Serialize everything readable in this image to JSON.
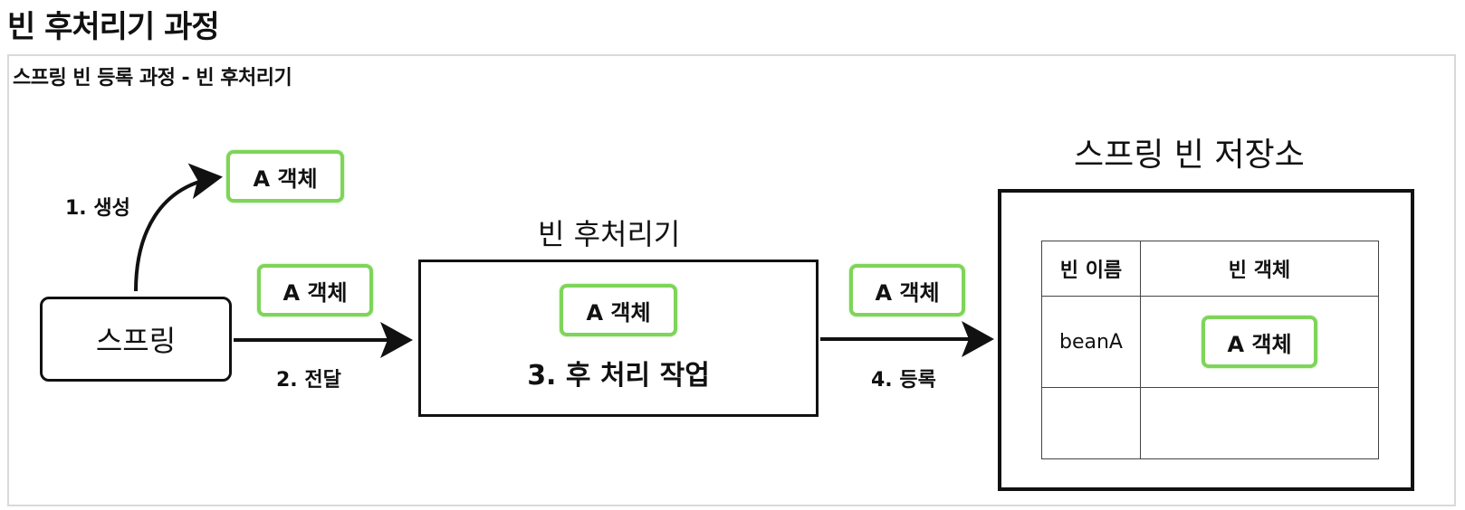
{
  "page_title": "빈 후처리기 과정",
  "frame_title": "스프링 빈 등록 과정 - 빈 후처리기",
  "spring_box": {
    "label": "스프링"
  },
  "object_label": "A 객체",
  "step1": "1. 생성",
  "step2": "2. 전달",
  "step4": "4. 등록",
  "processor": {
    "title": "빈 후처리기",
    "step3": "3. 후 처리 작업"
  },
  "store": {
    "title": "스프링 빈 저장소",
    "headers": [
      "빈 이름",
      "빈 객체"
    ],
    "rows": [
      {
        "name": "beanA",
        "object": "A 객체"
      },
      {
        "name": "",
        "object": ""
      }
    ]
  },
  "colors": {
    "object_border": "#7fd45a",
    "ink": "#111111"
  }
}
